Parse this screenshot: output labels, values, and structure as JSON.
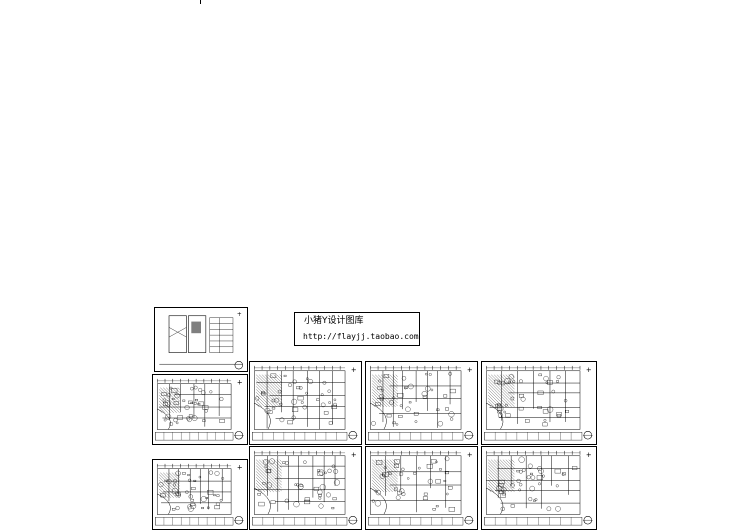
{
  "watermark": {
    "line1": "小猪Y设计图库",
    "line2": "http://flayjj.taobao.com"
  },
  "drawing_set": {
    "sheets": [
      {
        "id": "cover"
      },
      {
        "id": "plan-a-1"
      },
      {
        "id": "plan-b-1"
      },
      {
        "id": "plan-c-1"
      },
      {
        "id": "plan-d-1"
      },
      {
        "id": "plan-a-2"
      },
      {
        "id": "plan-b-2"
      },
      {
        "id": "plan-c-2"
      },
      {
        "id": "plan-d-2"
      }
    ]
  }
}
